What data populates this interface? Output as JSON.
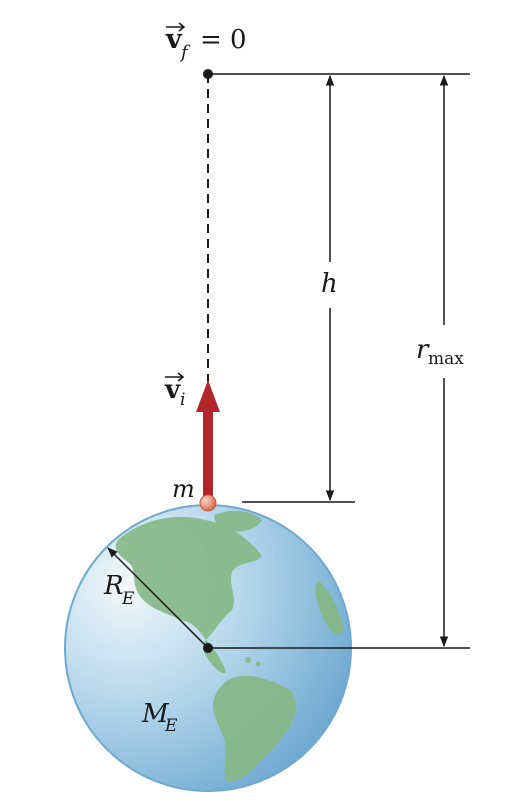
{
  "labels": {
    "vf_symbol": "v",
    "vf_sub": "f",
    "vf_eq": "= 0",
    "vi_symbol": "v",
    "vi_sub": "i",
    "mass": "m",
    "height": "h",
    "rmax_r": "r",
    "rmax_sub": "max",
    "radius_R": "R",
    "radius_sub": "E",
    "earth_M": "M",
    "earth_sub": "E"
  },
  "colors": {
    "arrow": "#b3262b",
    "ocean_light": "#dcecf5",
    "ocean_dark": "#6aaad4",
    "land": "#86b886",
    "mass_ball": "#e9917a",
    "line": "#1a1a1a"
  }
}
